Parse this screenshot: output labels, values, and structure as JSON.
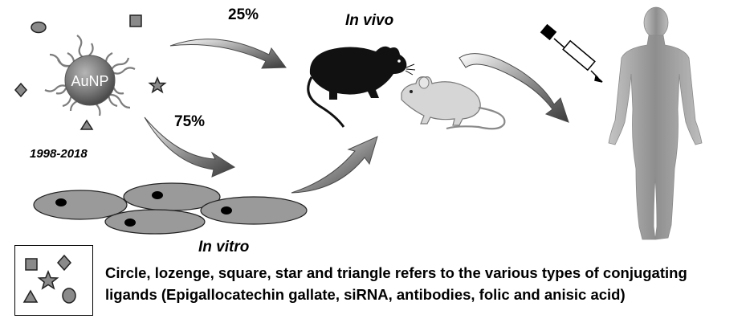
{
  "diagram": {
    "nanoparticle_label": "AuNP",
    "years": "1998-2018",
    "pct_in_vivo": "25%",
    "pct_in_vitro": "75%",
    "in_vivo_label": "In vivo",
    "in_vitro_label": "In vitro",
    "legend": {
      "line1": "Circle, lozenge, square, star and triangle refers to the various types of conjugating",
      "line2": "ligands (Epigallocatechin gallate, siRNA, antibodies, folic and anisic acid)"
    },
    "colors": {
      "nanoparticle": "#7a7a7a",
      "arrow": "#5a5a5a",
      "cell": "#9a9a9a",
      "black_mouse": "#111111",
      "white_mouse": "#d8d8d8",
      "human": "#9c9c9c"
    }
  }
}
